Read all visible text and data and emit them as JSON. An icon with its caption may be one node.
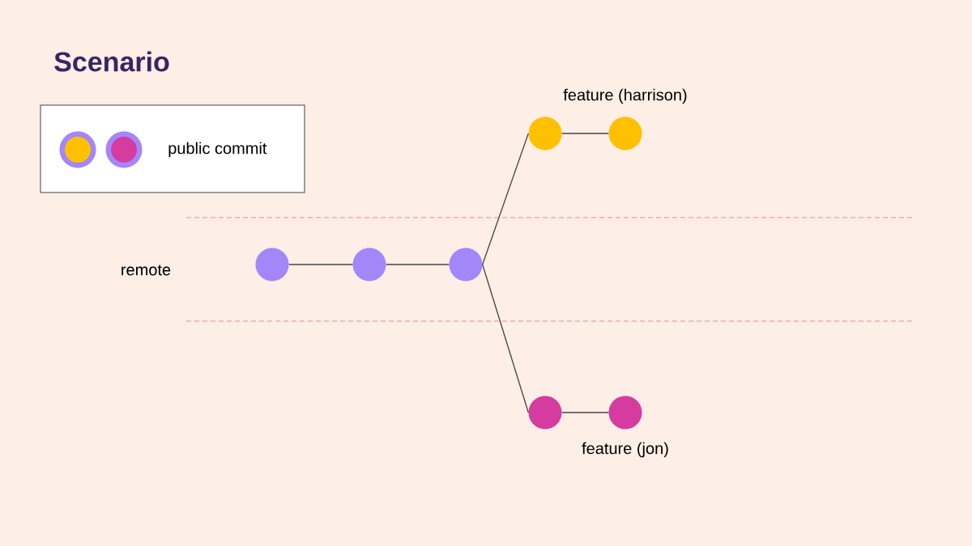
{
  "diagram": {
    "title": "Scenario",
    "nodes": [
      {
        "text": [],
        "shape": "circle"
      },
      {
        "text": [],
        "shape": "circle"
      },
      {
        "text": [],
        "shape": "circle"
      },
      {
        "text": [],
        "shape": "circle"
      },
      {
        "text": [],
        "shape": "circle"
      },
      {
        "text": [],
        "shape": "circle"
      },
      {
        "text": [],
        "shape": "circle"
      }
    ],
    "edges": [
      {
        "from": 0,
        "to": 1,
        "arrow": "none"
      },
      {
        "from": 1,
        "to": 2,
        "arrow": "none"
      },
      {
        "from": 2,
        "to": 3,
        "arrow": "none"
      },
      {
        "from": 3,
        "to": 4,
        "arrow": "none"
      },
      {
        "from": 2,
        "to": 5,
        "arrow": "none"
      },
      {
        "from": 5,
        "to": 6,
        "arrow": "none"
      }
    ],
    "labels": [
      "feature (harrison)",
      "remote",
      "feature (jon)"
    ],
    "legend": [
      {
        "text": "public commit"
      }
    ]
  }
}
